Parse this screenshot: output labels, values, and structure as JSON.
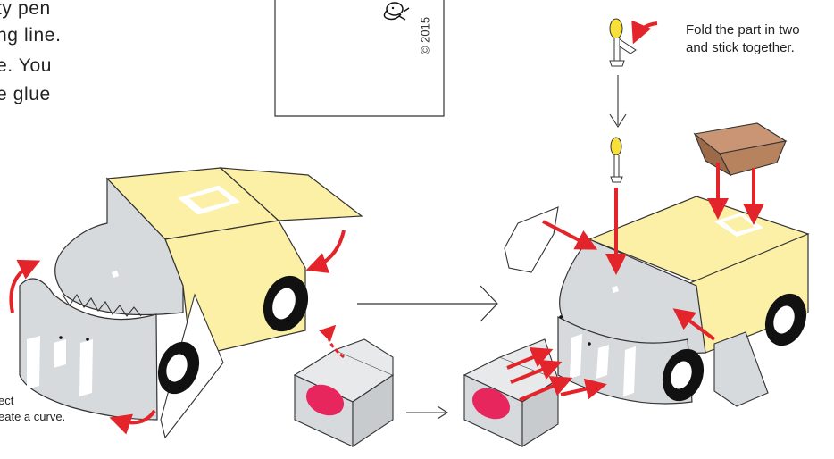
{
  "intro": {
    "line1": "ty pen",
    "line2": "ng line.",
    "line3": "e. You",
    "line4": "e glue"
  },
  "copyright": "© 2015",
  "fold_note": {
    "line1": "Fold the part in two",
    "line2": "and stick together."
  },
  "curve_note": {
    "line1": "ect",
    "line2": "eate a curve."
  },
  "colors": {
    "body_yellow": "#fbf0a6",
    "front_grey": "#d7dadd",
    "arrow_red": "#e3252b",
    "lamp_pink": "#e8265e",
    "box_brown": "#b7825e",
    "bulb_yellow": "#f8e03a"
  }
}
